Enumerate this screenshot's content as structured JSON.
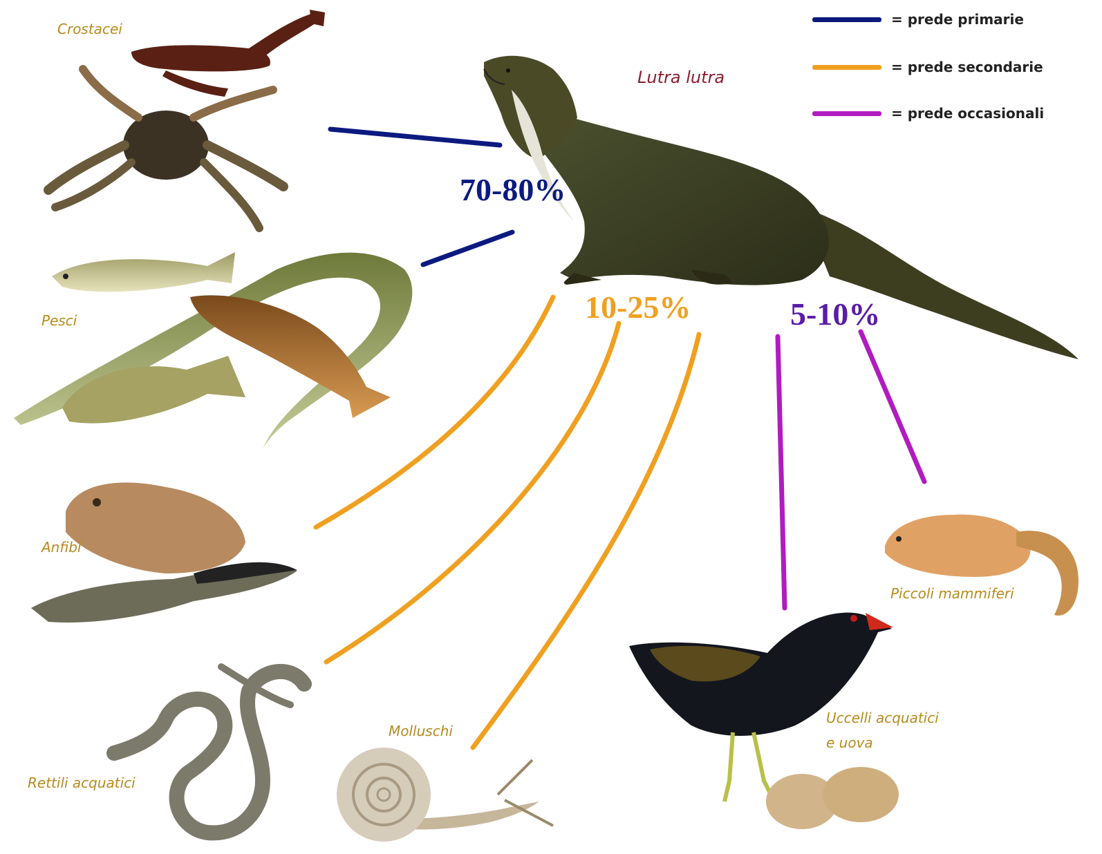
{
  "title_animal": "Lutra lutra",
  "colors": {
    "primary": "#0c1a80",
    "secondary": "#f0a020",
    "occasional": "#b01cc0"
  },
  "legend": [
    {
      "label": "= prede primarie",
      "color": "#0c1a80"
    },
    {
      "label": "= prede secondarie",
      "color": "#f0a020"
    },
    {
      "label": "= prede occasionali",
      "color": "#b01cc0"
    }
  ],
  "percentages": {
    "primary": "70-80%",
    "secondary": "10-25%",
    "occasional": "5-10%"
  },
  "prey": {
    "crostacei": "Crostacei",
    "pesci": "Pesci",
    "anfibi": "Anfibi",
    "rettili": "Rettili acquatici",
    "molluschi": "Molluschi",
    "uccelli_1": "Uccelli acquatici",
    "uccelli_2": "e uova",
    "mammiferi": "Piccoli mammiferi"
  },
  "icons": [
    "otter-icon",
    "crayfish-icon",
    "crab-icon",
    "fish-icon",
    "eel-icon",
    "toad-icon",
    "newt-icon",
    "snake-icon",
    "snail-icon",
    "moorhen-icon",
    "eggs-icon",
    "dormouse-icon"
  ]
}
